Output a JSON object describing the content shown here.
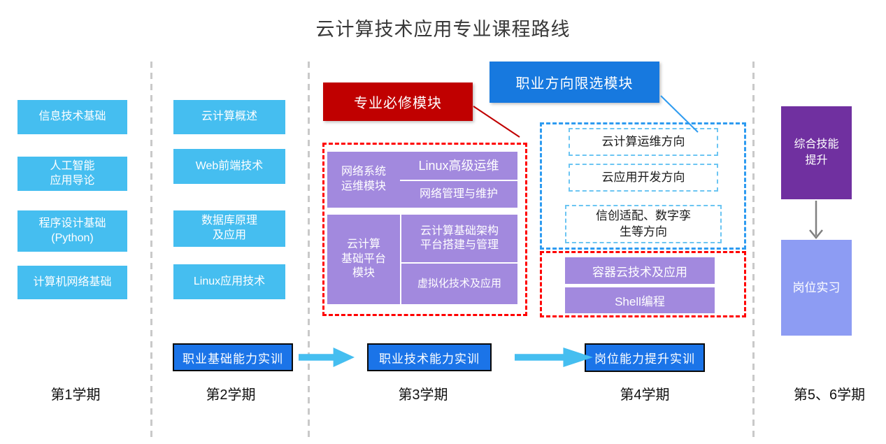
{
  "title": "云计算技术应用专业课程路线",
  "colors": {
    "course_blue": "#45BEF0",
    "module_purple": "#A289DE",
    "deep_purple": "#7030A0",
    "periwinkle": "#8D9CF3",
    "label_red": "#C00000",
    "dashed_red": "#FF0000",
    "label_blue": "#1779DF",
    "dashed_blue": "#2E9BF0",
    "button_blue": "#1B74E8",
    "arrow_blue": "#45BEF0",
    "separator_gray": "#C9C9C9"
  },
  "sem1": {
    "label": "第1学期",
    "c1": "信息技术基础",
    "c2": "人工智能\n应用导论",
    "c3": "程序设计基础\n(Python)",
    "c4": "计算机网络基础"
  },
  "sem2": {
    "label": "第2学期",
    "c1": "云计算概述",
    "c2": "Web前端技术",
    "c3": "数据库原理\n及应用",
    "c4": "Linux应用技术",
    "training": "职业基础能力实训"
  },
  "sem3": {
    "label": "第3学期",
    "required_label": "专业必修模块",
    "module1": {
      "name": "网络系统\n运维模块",
      "course1": "Linux高级运维",
      "course2": "网络管理与维护"
    },
    "module2": {
      "name": "云计算\n基础平台\n模块",
      "course1": "云计算基础架构\n平台搭建与管理",
      "course2": "虚拟化技术及应用"
    },
    "training": "职业技术能力实训"
  },
  "sem4": {
    "label": "第4学期",
    "elective_label": "职业方向限选模块",
    "directions": [
      "云计算运维方向",
      "云应用开发方向",
      "信创适配、数字孪\n生等方向"
    ],
    "required_courses": [
      "容器云技术及应用",
      "Shell编程"
    ],
    "training": "岗位能力提升实训"
  },
  "sem56": {
    "label": "第5、6学期",
    "c1": "综合技能\n提升",
    "c2": "岗位实习"
  }
}
